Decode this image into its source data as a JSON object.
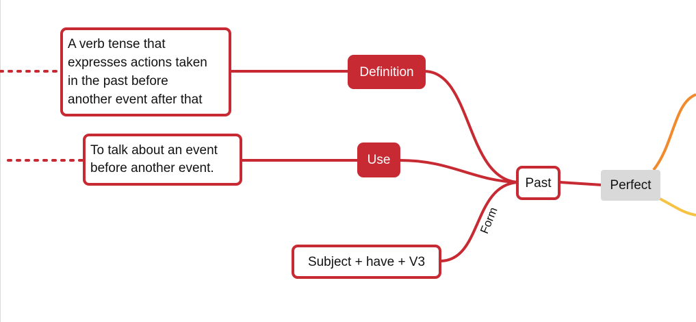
{
  "colors": {
    "branch_red": "#c72a33",
    "dotted_red": "#c72a33",
    "orange_branch": "#f08a2c",
    "yellow_branch": "#f5c242",
    "root_gray": "#d9d9d9"
  },
  "mindmap": {
    "root": {
      "label": "Perfect"
    },
    "past": {
      "label": "Past"
    },
    "definition": {
      "label": "Definition",
      "detail": "A verb tense that\nexpresses actions taken\nin the past before\nanother event after that"
    },
    "use": {
      "label": "Use",
      "detail": "To talk about an event\nbefore another event."
    },
    "form": {
      "edge_label": "Form",
      "detail": "Subject + have + V3"
    }
  }
}
